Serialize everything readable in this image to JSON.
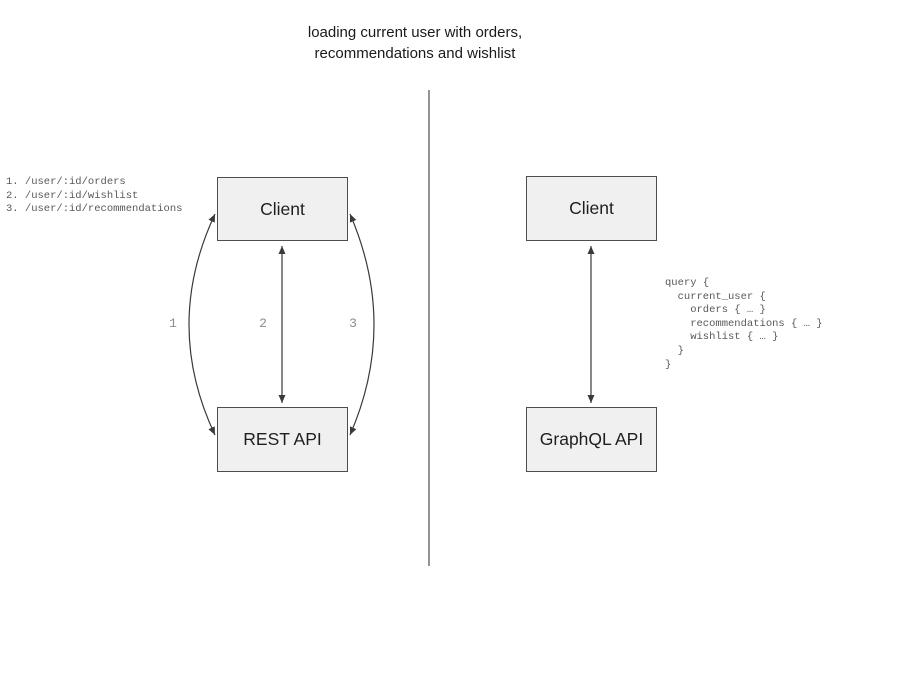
{
  "title": {
    "line1": "loading current user with orders,",
    "line2": "recommendations and wishlist"
  },
  "rest_side": {
    "endpoints": [
      "1. /user/:id/orders",
      "2. /user/:id/wishlist",
      "3. /user/:id/recommendations"
    ],
    "client_label": "Client",
    "api_label": "REST API",
    "arrow_labels": [
      "1",
      "2",
      "3"
    ]
  },
  "graphql_side": {
    "client_label": "Client",
    "api_label": "GraphQL API",
    "query_lines": [
      "query {",
      "  current_user {",
      "    orders { … }",
      "    recommendations { … }",
      "    wishlist { … }",
      "  }",
      "}"
    ]
  },
  "colors": {
    "box_fill": "#f0f0f0",
    "box_border": "#4d4d4d",
    "arrow_stroke": "#3a3a3a",
    "divider_stroke": "#666666",
    "muted_mono_text": "#595959",
    "arrow_number_text": "#8c8c8c",
    "title_text": "#1a1a1a"
  }
}
